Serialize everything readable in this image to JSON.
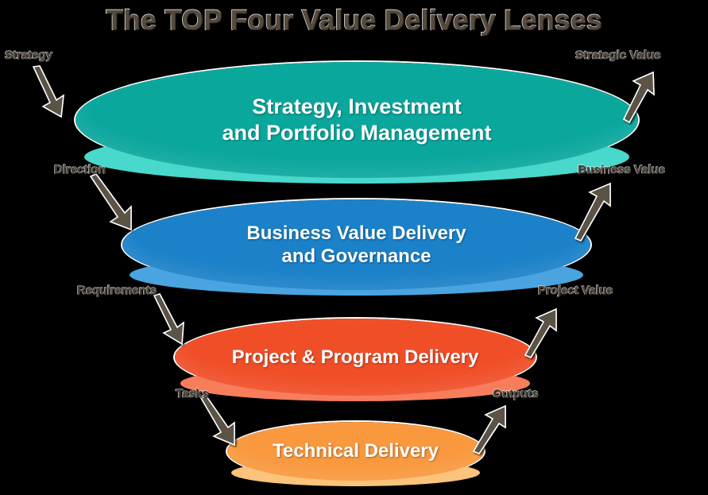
{
  "title": "The TOP Four Value Delivery Lenses",
  "background_color": "#000000",
  "lenses": [
    {
      "id": "strategy",
      "line1": "Strategy, Investment",
      "line2": "and Portfolio Management",
      "color": "#0aa79d",
      "rim_color": "#49d8cc"
    },
    {
      "id": "business",
      "line1": "Business Value Delivery",
      "line2": "and Governance",
      "color": "#1b81c8",
      "rim_color": "#49a4e0"
    },
    {
      "id": "project",
      "line1": "Project & Program Delivery",
      "line2": "",
      "color": "#f04e27",
      "rim_color": "#f77d5c"
    },
    {
      "id": "technical",
      "line1": "Technical Delivery",
      "line2": "",
      "color": "#f9983d",
      "rim_color": "#fbc37c"
    }
  ],
  "flow_labels": {
    "down": [
      {
        "id": "strategy",
        "text": "Strategy"
      },
      {
        "id": "direction",
        "text": "Direction"
      },
      {
        "id": "requirements",
        "text": "Requirements"
      },
      {
        "id": "tasks",
        "text": "Tasks"
      }
    ],
    "up": [
      {
        "id": "strategic-value",
        "text": "Strategic Value"
      },
      {
        "id": "business-value",
        "text": "Business Value"
      },
      {
        "id": "project-value",
        "text": "Project Value"
      },
      {
        "id": "outputs",
        "text": "Outputs"
      }
    ]
  },
  "arrow_color": "#5b5246",
  "arrow_outline_color": "#ffffff"
}
